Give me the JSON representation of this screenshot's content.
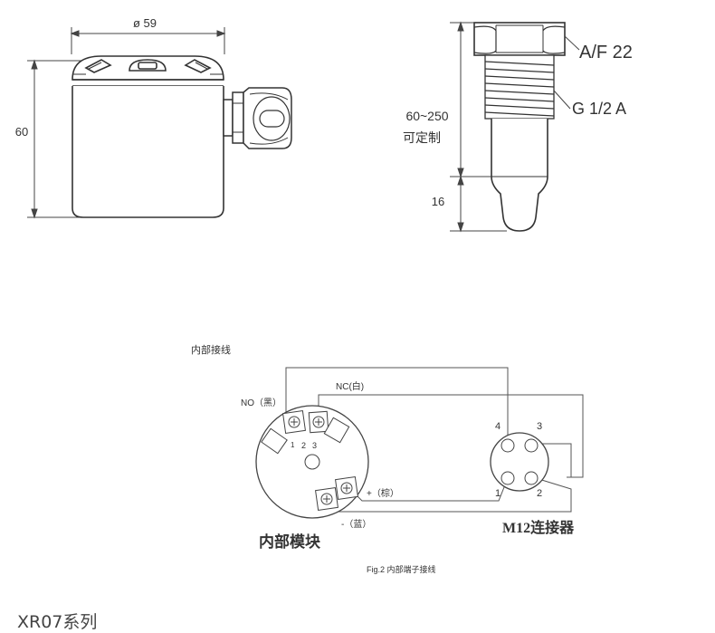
{
  "housing": {
    "diameter_label": "ø 59",
    "height_label": "60"
  },
  "probe": {
    "hex_label": "A/F 22",
    "thread_label": "G 1/2 A",
    "length_label": "60~250",
    "custom_label": "可定制",
    "tip_label": "16"
  },
  "wiring": {
    "title": "内部接线",
    "no_label": "NO（黑）",
    "nc_label": "NC(白)",
    "plus_label": "+（棕）",
    "minus_label": "-（蓝）",
    "terminal_1": "1",
    "terminal_2": "2",
    "terminal_3": "3",
    "module_label": "内部模块",
    "connector_label": "M12连接器",
    "pin_1": "1",
    "pin_2": "2",
    "pin_3": "3",
    "pin_4": "4",
    "caption": "Fig.2  内部端子接线"
  },
  "footer": {
    "series": "XR07系列"
  }
}
